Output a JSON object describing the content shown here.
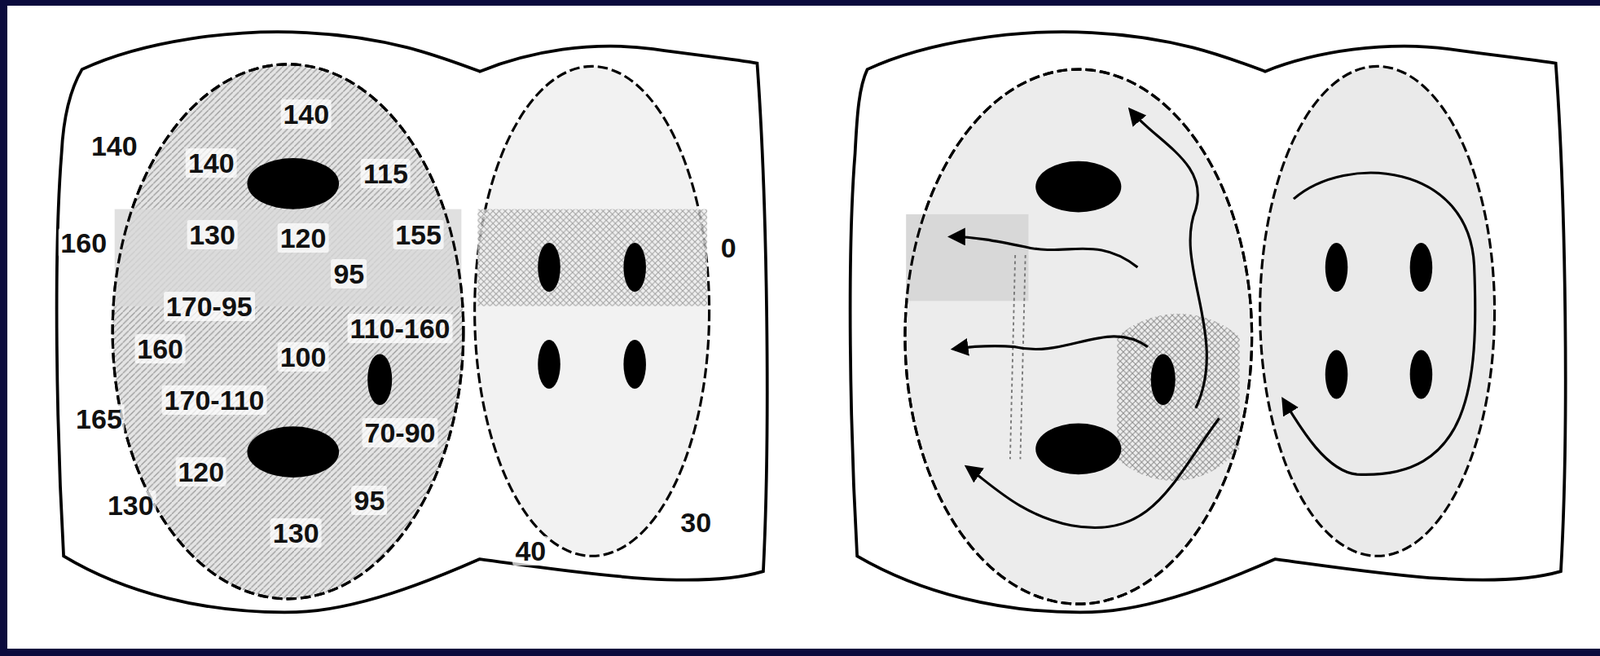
{
  "diagram": {
    "labels": [
      "140",
      "140",
      "140",
      "115",
      "160",
      "130",
      "120",
      "155",
      "0",
      "95",
      "170-95",
      "110-160",
      "160",
      "100",
      "170-110",
      "165",
      "70-90",
      "120",
      "130",
      "95",
      "130",
      "40",
      "30"
    ]
  }
}
